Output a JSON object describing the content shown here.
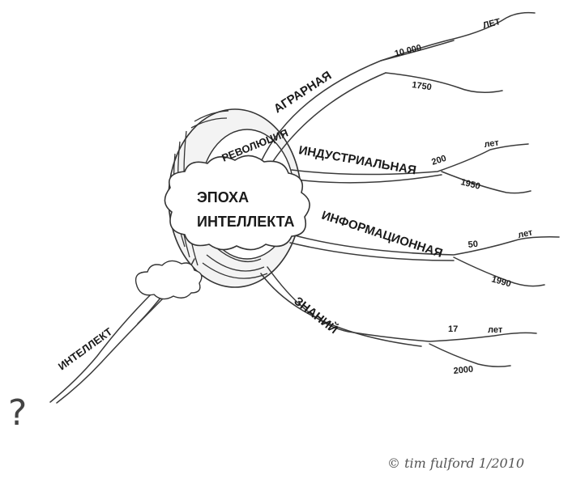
{
  "center": {
    "line1": "ЭПОХА",
    "line2": "ИНТЕЛЛЕКТА",
    "ring_label": "РЕВОЛЮЦИЯ"
  },
  "branches": {
    "agrarian": {
      "label": "АГРАРНАЯ",
      "span": "10 000",
      "unit": "ЛЕТ",
      "year": "1750"
    },
    "industrial": {
      "label": "ИНДУСТРИАЛЬНАЯ",
      "span": "200",
      "unit": "лет",
      "year": "1950"
    },
    "information": {
      "label": "ИНФОРМАЦИОННАЯ",
      "span": "50",
      "unit": "лет",
      "year": "1990"
    },
    "knowledge": {
      "label": "ЗНАНИЙ",
      "span": "17",
      "unit": "лет",
      "year": "2000"
    },
    "intellect": {
      "label": "ИНТЕЛЛЕКТ"
    }
  },
  "question_mark": "?",
  "signature": "© tim fulford 1/2010"
}
